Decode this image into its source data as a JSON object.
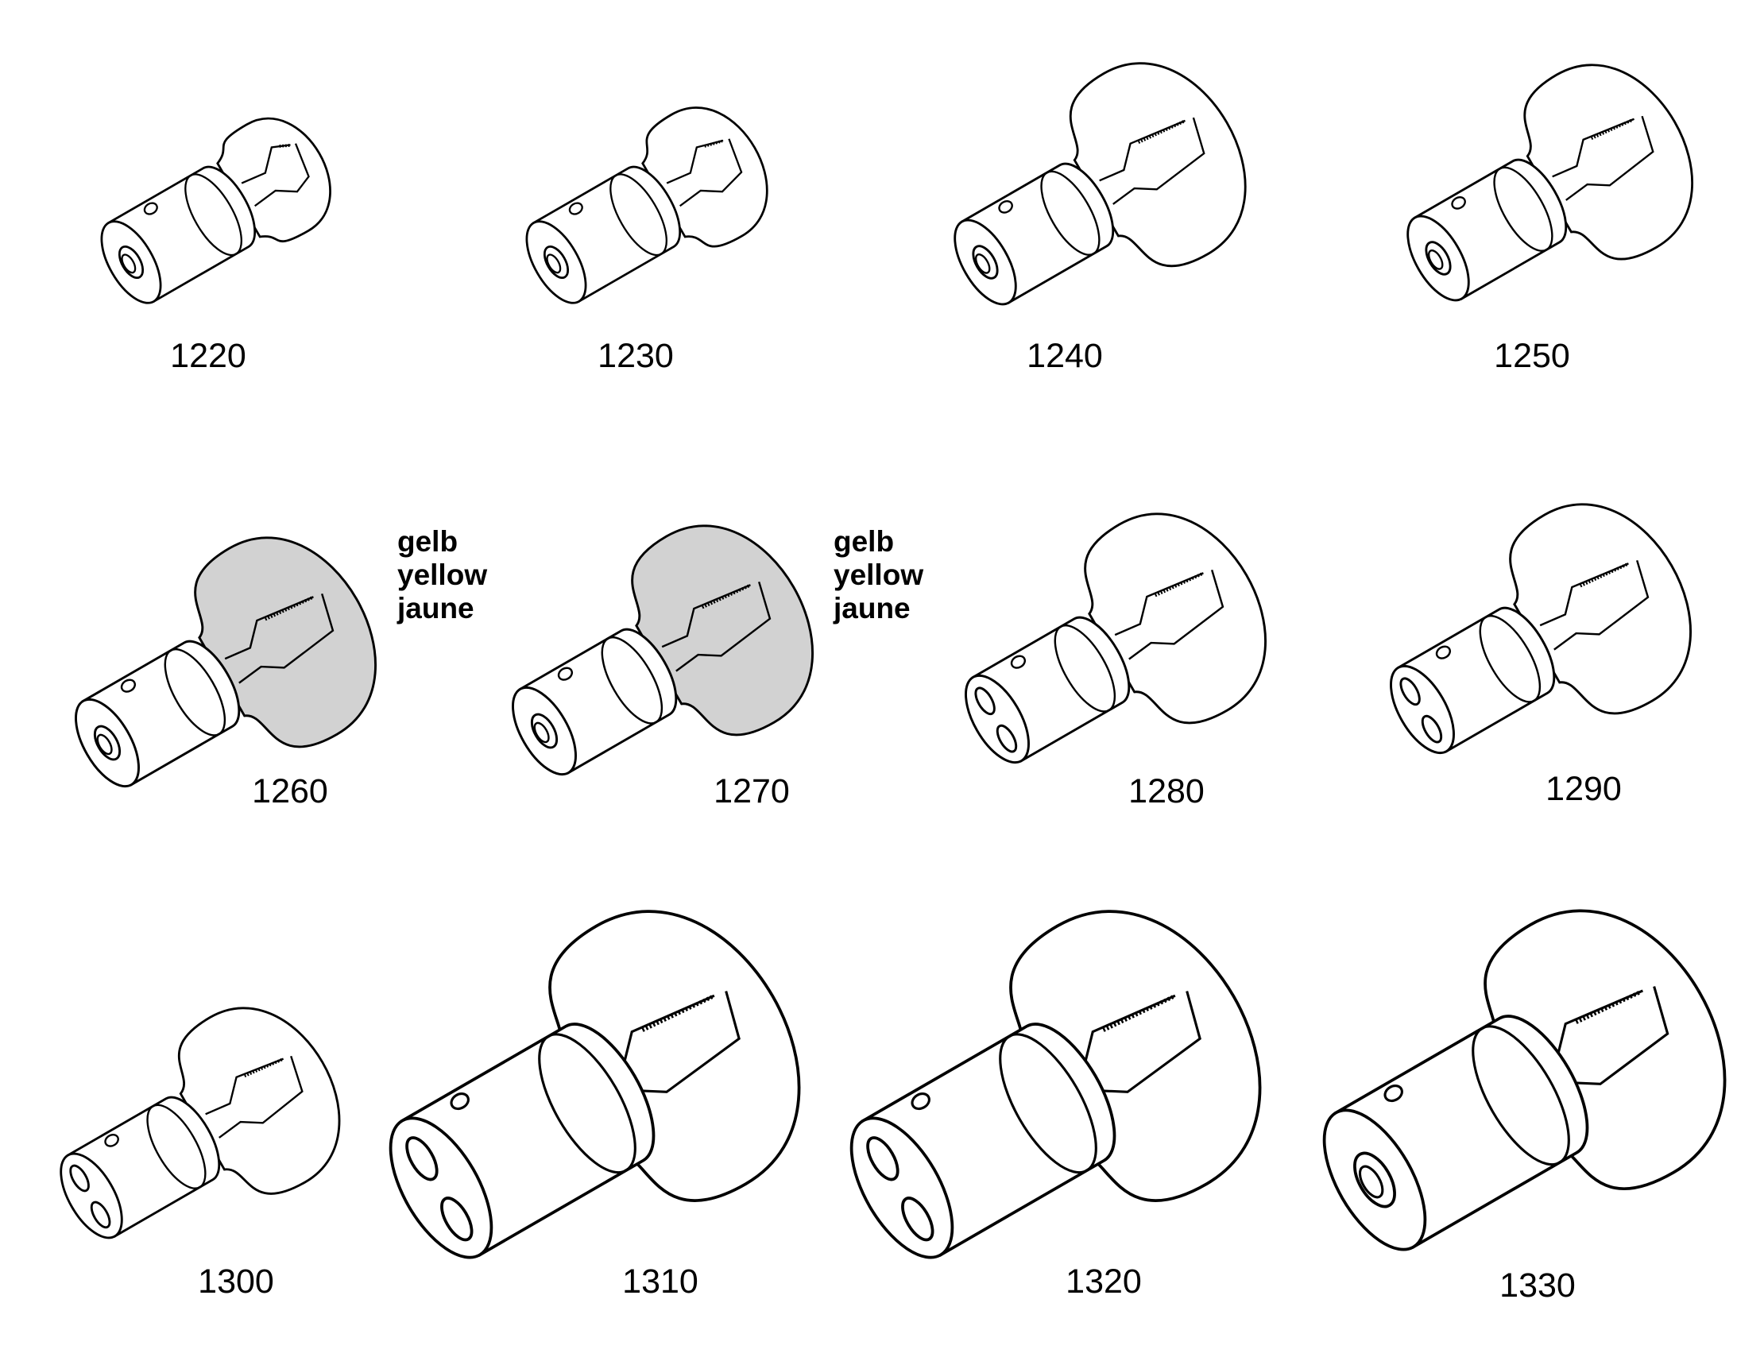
{
  "bulbs": [
    {
      "code": "1220",
      "tint": "#ffffff",
      "base": "single"
    },
    {
      "code": "1230",
      "tint": "#ffffff",
      "base": "single"
    },
    {
      "code": "1240",
      "tint": "#ffffff",
      "base": "single"
    },
    {
      "code": "1250",
      "tint": "#ffffff",
      "base": "single"
    },
    {
      "code": "1260",
      "tint": "#d2d2d2",
      "base": "single"
    },
    {
      "code": "1270",
      "tint": "#d2d2d2",
      "base": "single"
    },
    {
      "code": "1280",
      "tint": "#ffffff",
      "base": "twin"
    },
    {
      "code": "1290",
      "tint": "#ffffff",
      "base": "twin"
    },
    {
      "code": "1300",
      "tint": "#ffffff",
      "base": "twin"
    },
    {
      "code": "1310",
      "tint": "#ffffff",
      "base": "large-twin"
    },
    {
      "code": "1320",
      "tint": "#ffffff",
      "base": "large-twin"
    },
    {
      "code": "1330",
      "tint": "#ffffff",
      "base": "large-single"
    }
  ],
  "notes": [
    {
      "lines": [
        "gelb",
        "yellow",
        "jaune"
      ]
    },
    {
      "lines": [
        "gelb",
        "yellow",
        "jaune"
      ]
    }
  ],
  "colors": {
    "outline": "#000000",
    "tinted_glass": "#d2d2d2",
    "background": "#ffffff"
  }
}
